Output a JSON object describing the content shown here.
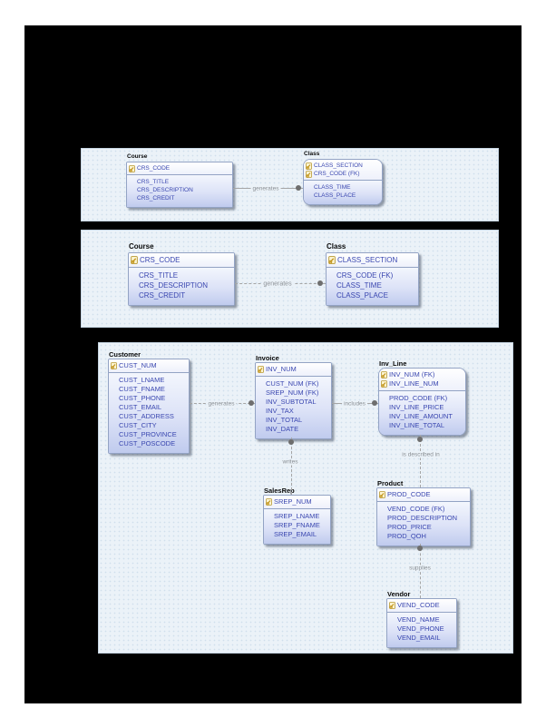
{
  "figure": {
    "description": "Three entity-relationship diagram panels on a black background",
    "background_color": "#000000",
    "panel_background_color": "#ebf2f8",
    "entity_text_color": "#3a47b0",
    "entity_fill_bottom": "#c0cbee",
    "relationship_text_color": "#8a8f94"
  },
  "panels": [
    {
      "id": "course-class-identifying",
      "entities": [
        {
          "title": "Course",
          "keys": [
            "CRS_CODE"
          ],
          "attributes": [
            "CRS_TITLE",
            "CRS_DESCRIPTION",
            "CRS_CREDIT"
          ]
        },
        {
          "title": "Class",
          "keys": [
            "CLASS_SECTION",
            "CRS_CODE (FK)"
          ],
          "attributes": [
            "CLASS_TIME",
            "CLASS_PLACE"
          ]
        }
      ],
      "relationships": [
        {
          "label": "generates",
          "from": "Course",
          "to": "Class",
          "line": "solid"
        }
      ]
    },
    {
      "id": "course-class-non-identifying",
      "entities": [
        {
          "title": "Course",
          "keys": [
            "CRS_CODE"
          ],
          "attributes": [
            "CRS_TITLE",
            "CRS_DESCRIPTION",
            "CRS_CREDIT"
          ]
        },
        {
          "title": "Class",
          "keys": [
            "CLASS_SECTION"
          ],
          "attributes": [
            "CRS_CODE (FK)",
            "CLASS_TIME",
            "CLASS_PLACE"
          ]
        }
      ],
      "relationships": [
        {
          "label": "generates",
          "from": "Course",
          "to": "Class",
          "line": "dashed"
        }
      ]
    },
    {
      "id": "invoicing-model",
      "entities": [
        {
          "title": "Customer",
          "keys": [
            "CUST_NUM"
          ],
          "attributes": [
            "CUST_LNAME",
            "CUST_FNAME",
            "CUST_PHONE",
            "CUST_EMAIL",
            "CUST_ADDRESS",
            "CUST_CITY",
            "CUST_PROVINCE",
            "CUST_POSCODE"
          ]
        },
        {
          "title": "Invoice",
          "keys": [
            "INV_NUM"
          ],
          "attributes": [
            "CUST_NUM (FK)",
            "SREP_NUM (FK)",
            "INV_SUBTOTAL",
            "INV_TAX",
            "INV_TOTAL",
            "INV_DATE"
          ]
        },
        {
          "title": "Inv_Line",
          "keys": [
            "INV_NUM (FK)",
            "INV_LINE_NUM"
          ],
          "attributes": [
            "PROD_CODE (FK)",
            "INV_LINE_PRICE",
            "INV_LINE_AMOUNT",
            "INV_LINE_TOTAL"
          ]
        },
        {
          "title": "SalesRep",
          "keys": [
            "SREP_NUM"
          ],
          "attributes": [
            "SREP_LNAME",
            "SREP_FNAME",
            "SREP_EMAIL"
          ]
        },
        {
          "title": "Product",
          "keys": [
            "PROD_CODE"
          ],
          "attributes": [
            "VEND_CODE (FK)",
            "PROD_DESCRIPTION",
            "PROD_PRICE",
            "PROD_QOH"
          ]
        },
        {
          "title": "Vendor",
          "keys": [
            "VEND_CODE"
          ],
          "attributes": [
            "VEND_NAME",
            "VEND_PHONE",
            "VEND_EMAIL"
          ]
        }
      ],
      "relationships": [
        {
          "label": "generates",
          "from": "Customer",
          "to": "Invoice",
          "line": "dashed"
        },
        {
          "label": "includes",
          "from": "Invoice",
          "to": "Inv_Line",
          "line": "solid"
        },
        {
          "label": "writes",
          "from": "SalesRep",
          "to": "Invoice",
          "line": "dashed"
        },
        {
          "label": "is described in",
          "from": "Inv_Line",
          "to": "Product",
          "line": "dashed"
        },
        {
          "label": "supplies",
          "from": "Vendor",
          "to": "Product",
          "line": "dashed"
        }
      ]
    }
  ]
}
